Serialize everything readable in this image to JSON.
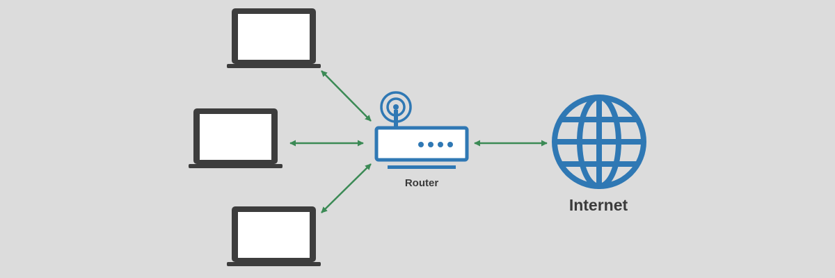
{
  "nodes": {
    "router": {
      "label": "Router",
      "icon": "router-icon"
    },
    "internet": {
      "label": "Internet",
      "icon": "globe-icon"
    },
    "devices": [
      {
        "icon": "laptop-icon"
      },
      {
        "icon": "laptop-icon"
      },
      {
        "icon": "laptop-icon"
      }
    ]
  },
  "connections": [
    {
      "from": "laptop-1",
      "to": "router",
      "direction": "bidirectional"
    },
    {
      "from": "laptop-2",
      "to": "router",
      "direction": "bidirectional"
    },
    {
      "from": "laptop-3",
      "to": "router",
      "direction": "bidirectional"
    },
    {
      "from": "router",
      "to": "internet",
      "direction": "bidirectional"
    }
  ],
  "colors": {
    "background": "#dcdcdc",
    "laptop": "#3d3d3d",
    "laptop_screen": "#ffffff",
    "router": "#2f78b4",
    "globe": "#2f78b4",
    "arrow": "#3b8a55",
    "label": "#3a3a3a"
  }
}
